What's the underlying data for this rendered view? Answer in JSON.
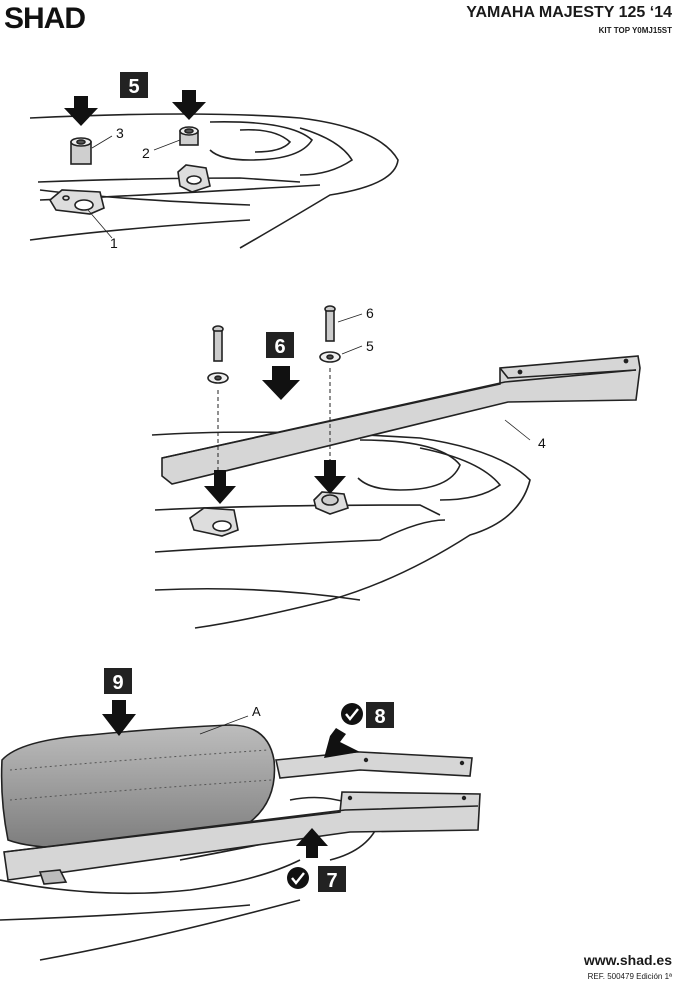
{
  "header": {
    "brand": "SHAD",
    "model": "YAMAHA MAJESTY 125 ‘14",
    "kit": "KIT TOP Y0MJ15ST"
  },
  "steps": {
    "s5": "5",
    "s6": "6",
    "s7": "7",
    "s8": "8",
    "s9": "9"
  },
  "callouts": {
    "c1": "1",
    "c2": "2",
    "c3": "3",
    "c4": "4",
    "c5": "5",
    "c6": "6",
    "cA": "A"
  },
  "footer": {
    "url": "www.shad.es",
    "ref": "REF. 500479 Edición 1ª"
  }
}
